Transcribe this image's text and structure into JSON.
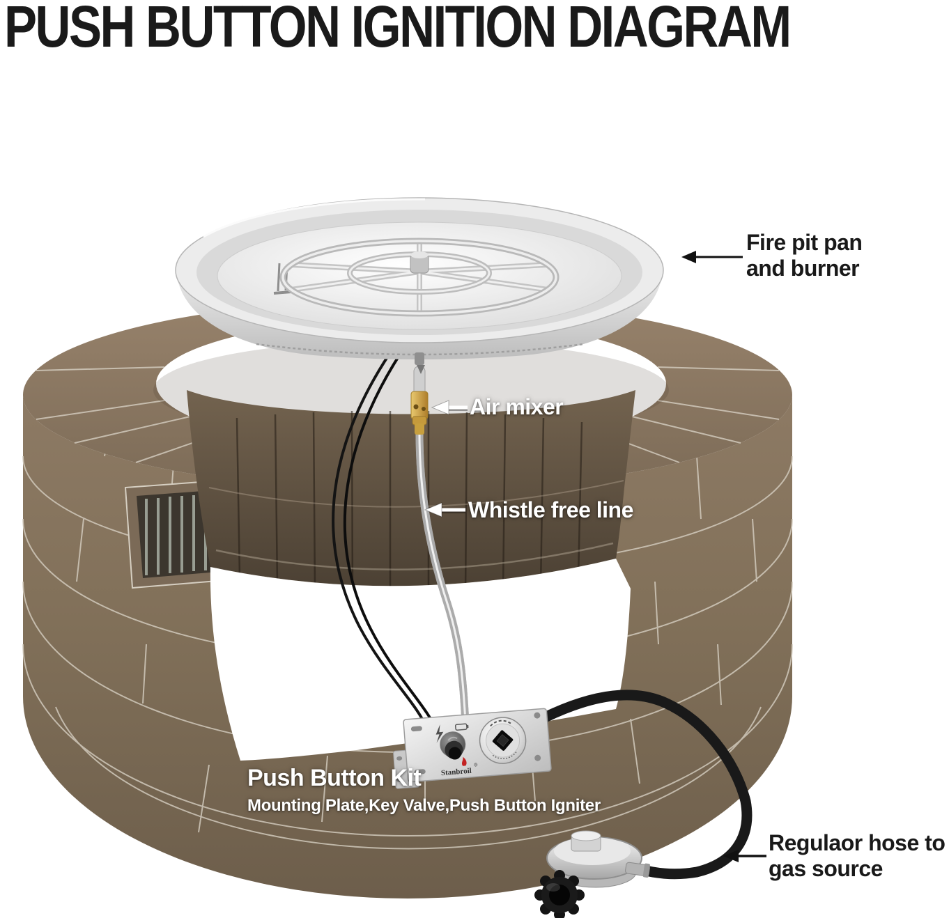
{
  "title": "PUSH BUTTON IGNITION DIAGRAM",
  "labels": {
    "fire_pit_pan": {
      "line1": "Fire pit pan",
      "line2": "and burner"
    },
    "air_mixer": "Air mixer",
    "whistle_free_line": "Whistle free line",
    "push_button_kit": {
      "title": "Push Button Kit",
      "subtitle": "Mounting Plate,Key Valve,Push Button Igniter"
    },
    "regulator_hose": {
      "line1": "Regulaor hose to",
      "line2": "gas source"
    }
  },
  "plate": {
    "brand": "Stanbroil",
    "trademark": "®",
    "icons": [
      "lightning-bolt-icon",
      "battery-icon"
    ]
  },
  "arrow_icons": {
    "fire_pit_pan": "arrow-left",
    "air_mixer": "arrow-left",
    "whistle_free_line": "arrow-left",
    "regulator_hose": "arrow-left"
  },
  "colors": {
    "stone": "#8a7661",
    "stone_dark": "#564a3b",
    "mortar": "#d6cfc2",
    "steel": "#d9d9d9",
    "brass": "#cda24a",
    "hose_black": "#1a1a1a",
    "label_white": "#ffffff",
    "label_black": "#191919",
    "brand_red": "#c32222"
  }
}
